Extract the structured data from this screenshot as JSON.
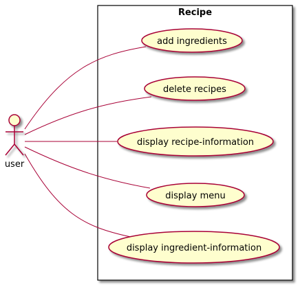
{
  "diagram": {
    "system_title": "Recipe",
    "actor": {
      "label": "user"
    },
    "use_cases": [
      {
        "label": "add ingredients"
      },
      {
        "label": "delete recipes"
      },
      {
        "label": "display recipe-information"
      },
      {
        "label": "display menu"
      },
      {
        "label": "display ingredient-information"
      }
    ],
    "colors": {
      "usecase_fill": "#FEFECE",
      "stroke": "#A80036",
      "boundary_stroke": "#000000",
      "shadow": "#c9c9c9"
    }
  }
}
